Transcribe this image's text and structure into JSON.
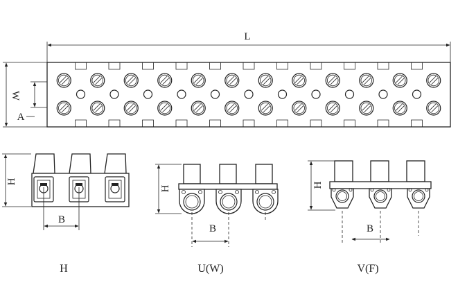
{
  "top_view": {
    "length_label": "L",
    "width_label": "W",
    "pitch_label": "A",
    "pole_count": 12
  },
  "variants": [
    {
      "name": "H",
      "height_label": "H",
      "spacing_label": "B",
      "caption": "H"
    },
    {
      "name": "U(W)",
      "height_label": "H",
      "spacing_label": "B",
      "caption": "U(W)"
    },
    {
      "name": "V(F)",
      "height_label": "H",
      "spacing_label": "B",
      "caption": "V(F)"
    }
  ]
}
